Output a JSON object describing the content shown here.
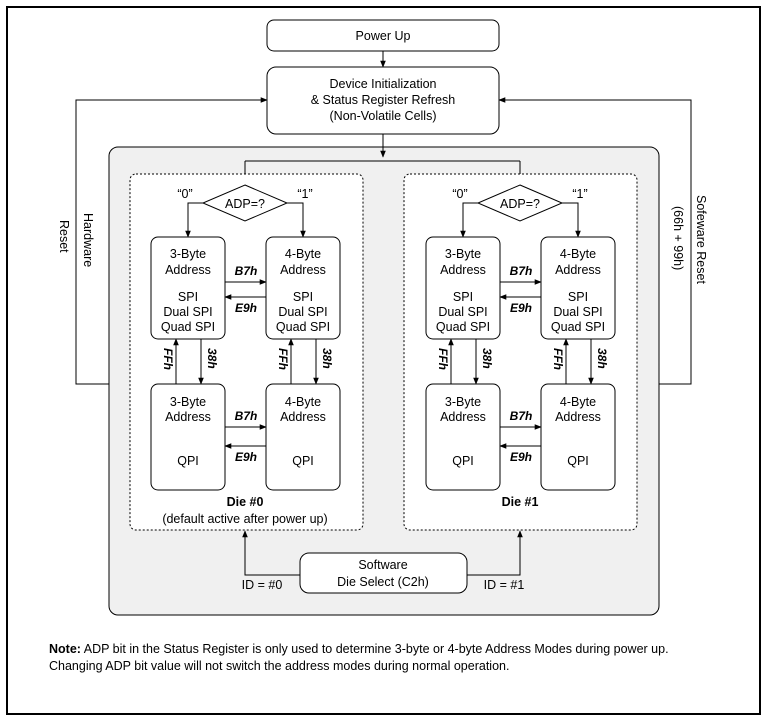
{
  "boxes": {
    "power_up": "Power Up",
    "init_line1": "Device Initialization",
    "init_line2": "& Status Register Refresh",
    "init_line3": "(Non-Volatile Cells)",
    "software_line1": "Software",
    "software_line2": "Die Select (C2h)"
  },
  "side": {
    "hardware_line1": "Hardware",
    "hardware_line2": "Reset",
    "software_reset_line1": "Sofeware Reset",
    "software_reset_line2": "(66h + 99h)"
  },
  "decision": {
    "label": "ADP=?",
    "zero": "“0”",
    "one": "“1”"
  },
  "mode_box": {
    "three_byte": "3-Byte",
    "four_byte": "4-Byte",
    "address": "Address",
    "spi": "SPI",
    "dual_spi": "Dual SPI",
    "quad_spi": "Quad SPI",
    "qpi": "QPI"
  },
  "commands": {
    "b7": "B7h",
    "e9": "E9h",
    "ff": "FFh",
    "h38": "38h"
  },
  "dies": [
    {
      "title": "Die #0",
      "subtitle": "(default active after power up)",
      "id_label": "ID = #0"
    },
    {
      "title": "Die #1",
      "subtitle": "",
      "id_label": "ID = #1"
    }
  ],
  "note": {
    "prefix": "Note:",
    "line1": " ADP bit in the Status Register is only used to determine 3-byte or 4-byte Address Modes during power up.",
    "line2": "Changing ADP bit value will not switch the address modes during normal operation."
  }
}
